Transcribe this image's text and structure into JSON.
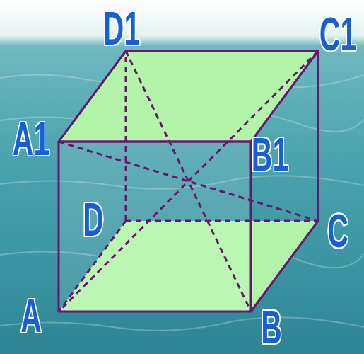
{
  "diagram": {
    "labels": [
      "D1",
      "C1",
      "A1",
      "B1",
      "D",
      "C",
      "A",
      "B"
    ]
  }
}
